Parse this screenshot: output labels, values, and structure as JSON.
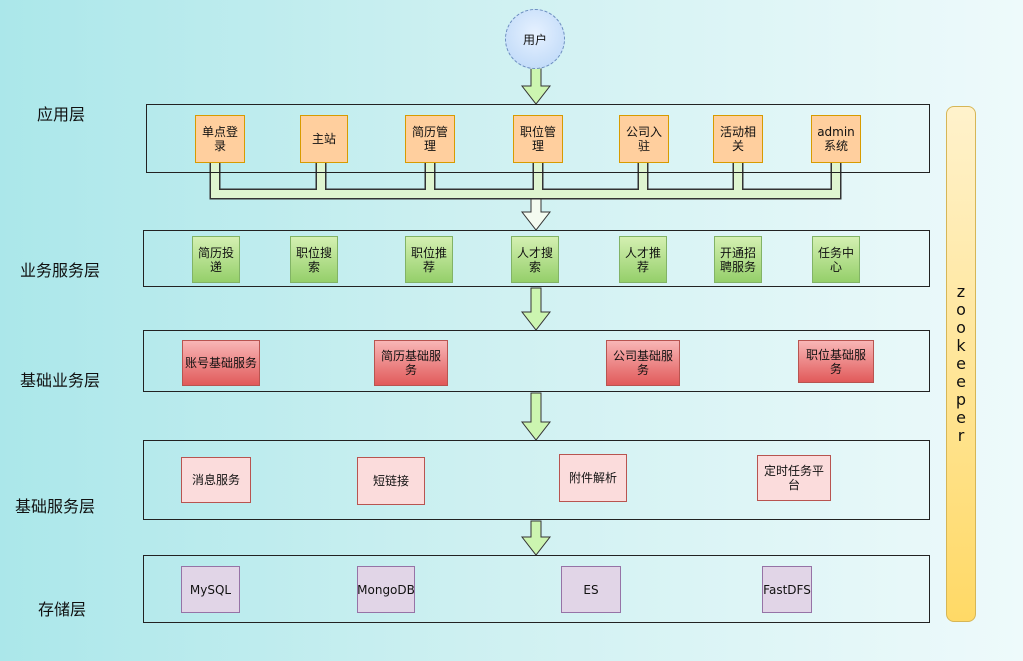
{
  "user": {
    "label": "用户"
  },
  "zookeeper": {
    "label": "zookeeper"
  },
  "layers": [
    {
      "label": "应用层",
      "nodes": [
        "单点登录",
        "主站",
        "简历管理",
        "职位管理",
        "公司入驻",
        "活动相关",
        "admin系统"
      ]
    },
    {
      "label": "业务服务层",
      "nodes": [
        "简历投递",
        "职位搜索",
        "职位推荐",
        "人才搜索",
        "人才推荐",
        "开通招聘服务",
        "任务中心"
      ]
    },
    {
      "label": "基础业务层",
      "nodes": [
        "账号基础服务",
        "简历基础服务",
        "公司基础服务",
        "职位基础服务"
      ]
    },
    {
      "label": "基础服务层",
      "nodes": [
        "消息服务",
        "短链接",
        "附件解析",
        "定时任务平台"
      ]
    },
    {
      "label": "存储层",
      "nodes": [
        "MySQL",
        "MongoDB",
        "ES",
        "FastDFS"
      ]
    }
  ]
}
